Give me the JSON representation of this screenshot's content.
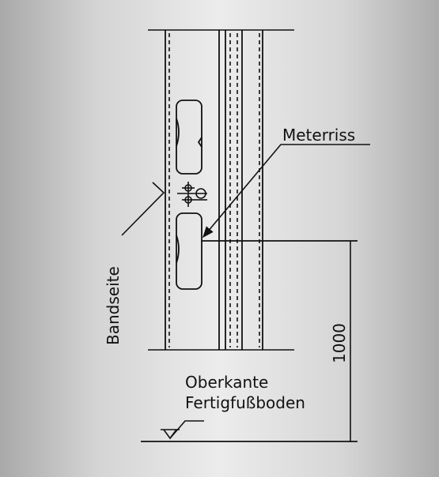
{
  "labels": {
    "meterriss": "Meterriss",
    "bandseite": "Bandseite",
    "dimension": "1000",
    "floor_line1": "Oberkante",
    "floor_line2": "Fertigfußboden"
  },
  "colors": {
    "stroke": "#111111",
    "background_center": "#ececec",
    "background_edge": "#a9a9a9"
  }
}
